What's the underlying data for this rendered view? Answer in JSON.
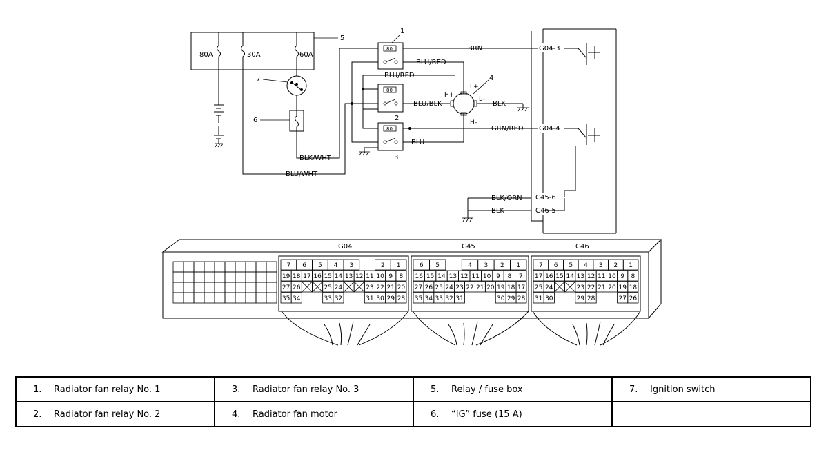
{
  "diagram": {
    "fuses": {
      "f1": "80A",
      "f2": "30A",
      "f3": "60A"
    },
    "callouts": {
      "c1": "1",
      "c2": "2",
      "c3": "3",
      "c4": "4",
      "c5": "5",
      "c6": "6",
      "c7": "7"
    },
    "wires": {
      "brn": "BRN",
      "blu_red_1": "BLU/RED",
      "blu_red_2": "BLU/RED",
      "blu_blk": "BLU/BLK",
      "blk_motor": "BLK",
      "grn_red": "GRN/RED",
      "blu": "BLU",
      "blk_wht": "BLK/WHT",
      "blu_wht": "BLU/WHT",
      "blk_orn": "BLK/ORN",
      "blk_ecm": "BLK"
    },
    "motor_terminals": {
      "h_plus": "H+",
      "l_plus": "L+",
      "l_minus": "L–",
      "h_minus": "H–"
    },
    "ecm_terminals": {
      "t1": "G04-3",
      "t2": "G04-4",
      "t3": "C45-6",
      "t4": "C46-5"
    },
    "relay_mark": "80"
  },
  "connectors": {
    "g04": {
      "title": "G04",
      "rows": [
        [
          "7",
          "6",
          "5",
          "4",
          "3",
          "",
          "2",
          "1"
        ],
        [
          "19",
          "18",
          "17",
          "16",
          "15",
          "14",
          "13",
          "12",
          "11",
          "10",
          "9",
          "8"
        ],
        [
          "27",
          "26",
          "X",
          "X",
          "25",
          "24",
          "X",
          "X",
          "23",
          "22",
          "21",
          "20"
        ],
        [
          "35",
          "34",
          "",
          "",
          "33",
          "32",
          "",
          "",
          "31",
          "30",
          "29",
          "28"
        ]
      ]
    },
    "c45": {
      "title": "C45",
      "rows": [
        [
          "6",
          "5",
          "",
          "4",
          "3",
          "2",
          "1"
        ],
        [
          "16",
          "15",
          "14",
          "13",
          "12",
          "11",
          "10",
          "9",
          "8",
          "7"
        ],
        [
          "27",
          "26",
          "25",
          "24",
          "23",
          "22",
          "21",
          "20",
          "19",
          "18",
          "17"
        ],
        [
          "35",
          "34",
          "33",
          "32",
          "31",
          "",
          "",
          "",
          "30",
          "29",
          "28"
        ]
      ]
    },
    "c46": {
      "title": "C46",
      "rows": [
        [
          "7",
          "6",
          "5",
          "4",
          "3",
          "2",
          "1"
        ],
        [
          "17",
          "16",
          "15",
          "14",
          "13",
          "12",
          "11",
          "10",
          "9",
          "8"
        ],
        [
          "25",
          "24",
          "X",
          "X",
          "23",
          "22",
          "21",
          "20",
          "19",
          "18"
        ],
        [
          "31",
          "30",
          "",
          "",
          "29",
          "28",
          "",
          "",
          "27",
          "26"
        ]
      ]
    }
  },
  "legend": [
    [
      {
        "num": "1.",
        "text": "Radiator fan relay No. 1"
      },
      {
        "num": "3.",
        "text": "Radiator fan relay No. 3"
      },
      {
        "num": "5.",
        "text": "Relay / fuse box"
      },
      {
        "num": "7.",
        "text": "Ignition switch"
      }
    ],
    [
      {
        "num": "2.",
        "text": "Radiator fan relay No. 2"
      },
      {
        "num": "4.",
        "text": "Radiator fan motor"
      },
      {
        "num": "6.",
        "text": "“IG” fuse (15 A)"
      },
      {
        "num": "",
        "text": ""
      }
    ]
  ]
}
